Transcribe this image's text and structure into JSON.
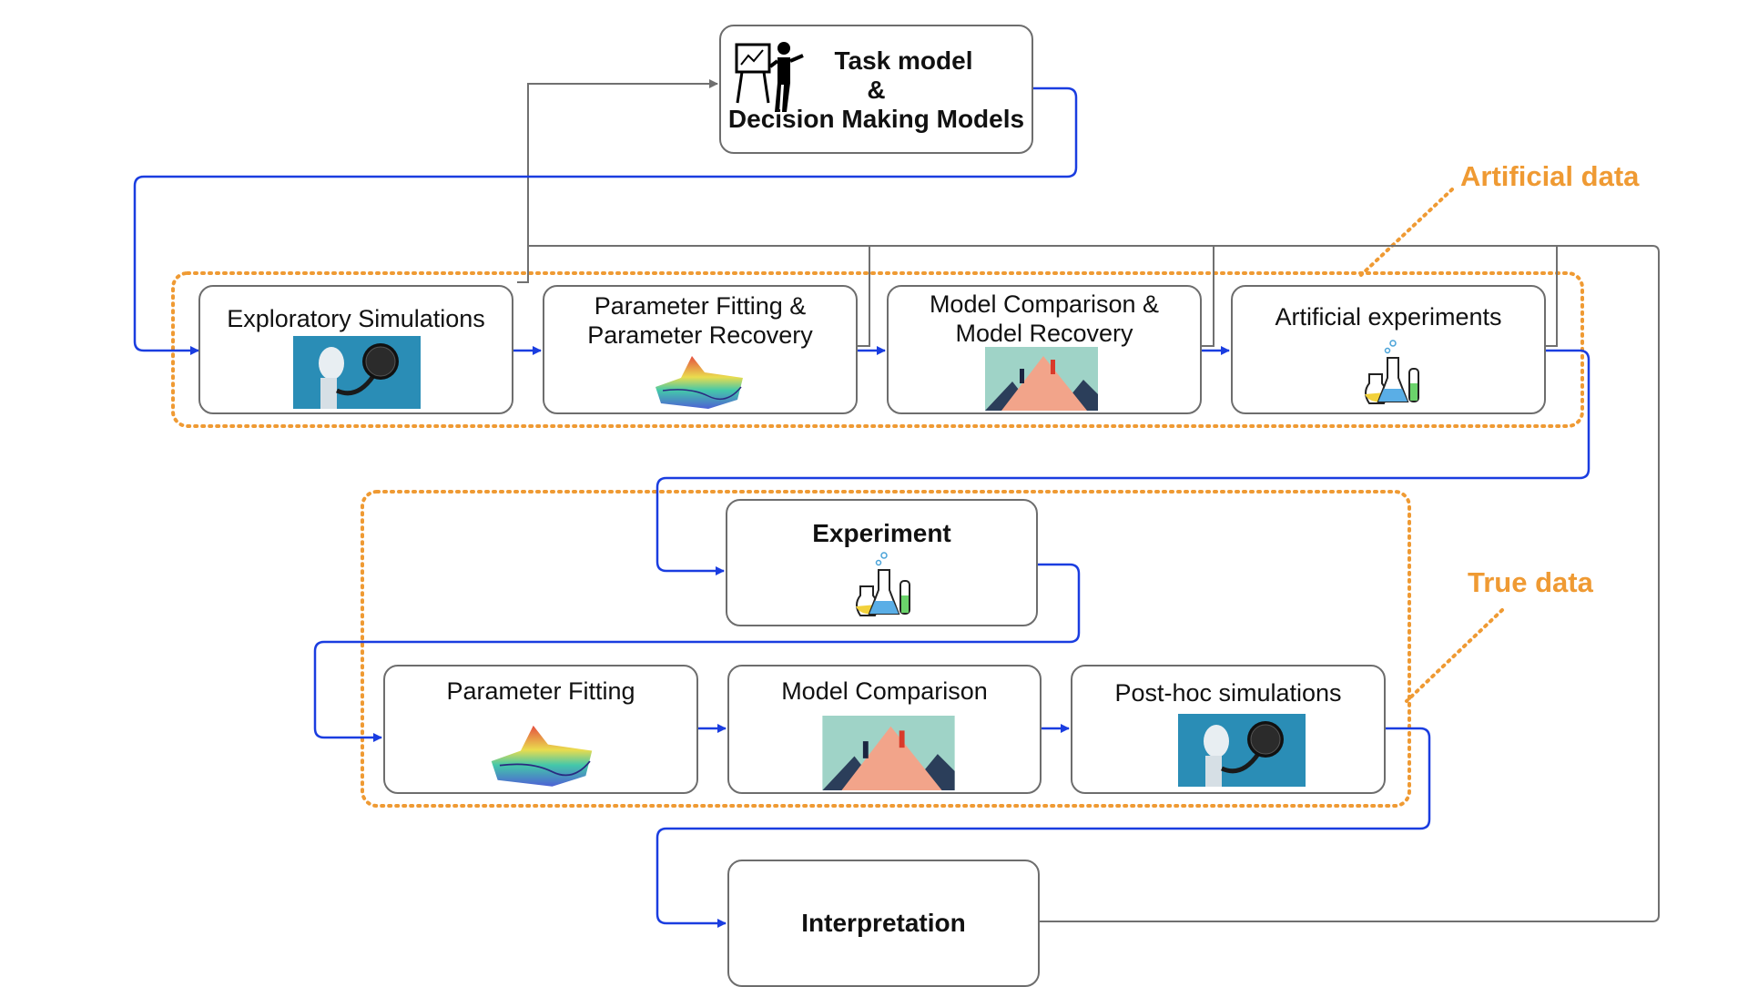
{
  "top_box": {
    "line1": "Task model",
    "line2": "&",
    "line3": "Decision Making Models"
  },
  "artificial_label": "Artificial data",
  "true_label": "True data",
  "artificial_row": [
    {
      "line1": "Exploratory Simulations",
      "line2": "",
      "image": "robot-holding-brain-image"
    },
    {
      "line1": "Parameter Fitting &",
      "line2": "Parameter Recovery",
      "image": "3d-surface-plot-image"
    },
    {
      "line1": "Model Comparison &",
      "line2": "Model Recovery",
      "image": "mountain-climbers-image"
    },
    {
      "line1": "Artificial experiments",
      "line2": "",
      "image": "lab-flasks-image"
    }
  ],
  "experiment": {
    "label": "Experiment",
    "image": "lab-flasks-image"
  },
  "true_row": [
    {
      "label": "Parameter Fitting",
      "image": "3d-surface-plot-image"
    },
    {
      "label": "Model Comparison",
      "image": "mountain-climbers-image"
    },
    {
      "label": "Post-hoc simulations",
      "image": "robot-holding-brain-image"
    }
  ],
  "interpretation": {
    "label": "Interpretation"
  },
  "colors": {
    "flow_arrow": "#1a3de0",
    "feedback_line": "#707070",
    "region_border": "#ef9a33",
    "box_border": "#6d6d6d"
  }
}
